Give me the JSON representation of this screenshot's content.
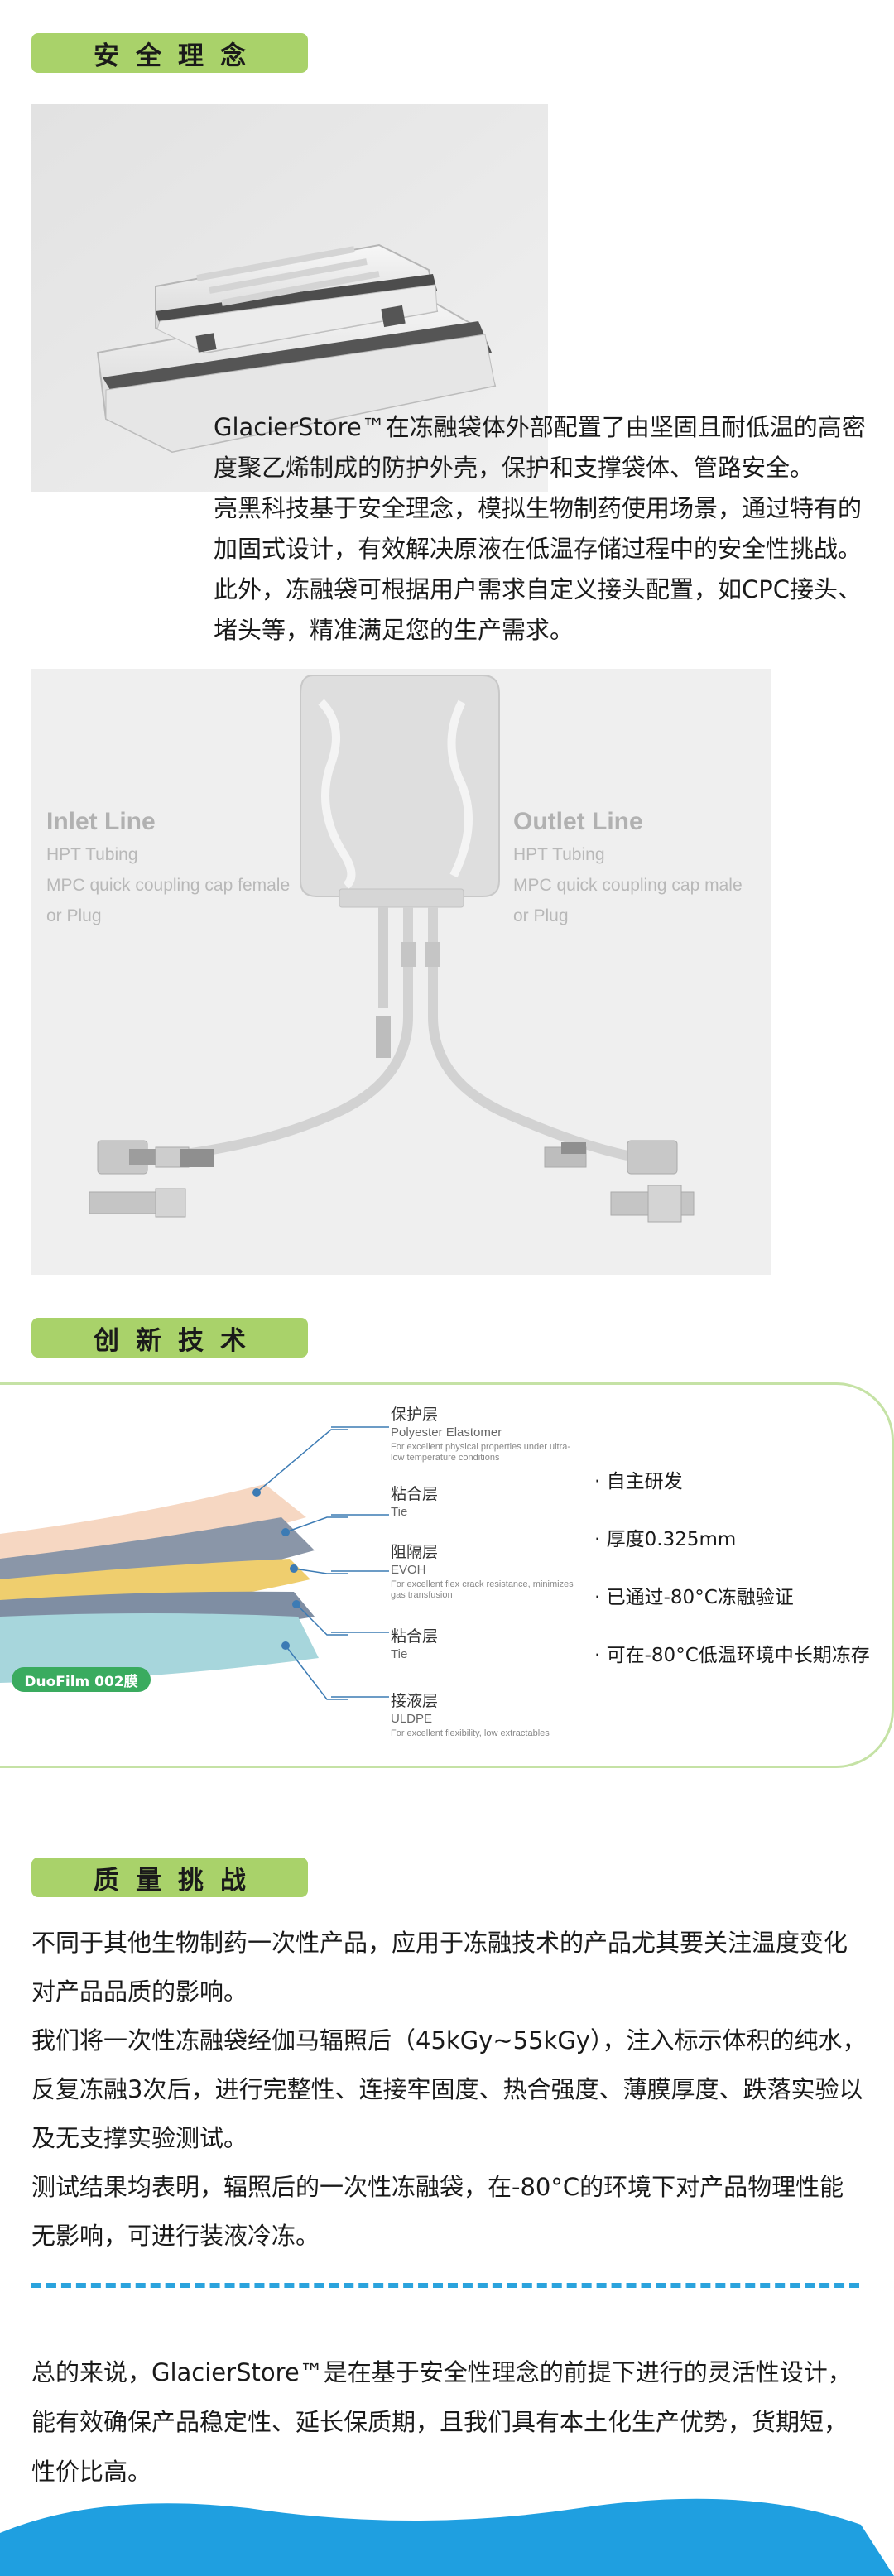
{
  "section1": {
    "heading": "安全理念",
    "paragraphs": [
      "GlacierStore™在冻融袋体外部配置了由坚固且耐低温的高密度聚乙烯制成的防护外壳，保护和支撑袋体、管路安全。",
      "亮黑科技基于安全理念，模拟生物制药使用场景，通过特有的加固式设计，有效解决原液在低温存储过程中的安全性挑战。",
      "此外，冻融袋可根据用户需求自定义接头配置，如CPC接头、堵头等，精准满足您的生产需求。"
    ]
  },
  "bag_diagram": {
    "inlet": {
      "title": "Inlet Line",
      "lines": [
        "HPT Tubing",
        "MPC  quick coupling cap female",
        "or Plug"
      ]
    },
    "outlet": {
      "title": "Outlet Line",
      "lines": [
        "HPT Tubing",
        "MPC  quick coupling cap male",
        "or Plug"
      ]
    }
  },
  "section2": {
    "heading": "创新技术",
    "badge": "DuoFilm 002膜",
    "layers": [
      {
        "cn": "保护层",
        "en": "Polyester Elastomer",
        "desc": "For excellent physical properties under ultra-low temperature conditions"
      },
      {
        "cn": "粘合层",
        "en": "Tie",
        "desc": ""
      },
      {
        "cn": "阻隔层",
        "en": "EVOH",
        "desc": "For excellent flex crack resistance, minimizes gas transfusion"
      },
      {
        "cn": "粘合层",
        "en": "Tie",
        "desc": ""
      },
      {
        "cn": "接液层",
        "en": "ULDPE",
        "desc": "For excellent flexibility, low extractables"
      }
    ],
    "features": [
      "· 自主研发",
      "· 厚度0.325mm",
      "· 已通过-80°C冻融验证",
      "· 可在-80°C低温环境中长期冻存"
    ]
  },
  "section3": {
    "heading": "质量挑战",
    "paragraphs": [
      "不同于其他生物制药一次性产品，应用于冻融技术的产品尤其要关注温度变化对产品品质的影响。",
      "我们将一次性冻融袋经伽马辐照后（45kGy~55kGy），注入标示体积的纯水，反复冻融3次后，进行完整性、连接牢固度、热合强度、薄膜厚度、跌落实验以及无支撑实验测试。",
      "测试结果均表明，辐照后的一次性冻融袋，在-80°C的环境下对产品物理性能无影响，可进行装液冷冻。"
    ],
    "summary": "总的来说，GlacierStore™是在基于安全性理念的前提下进行的灵活性设计，能有效确保产品稳定性、延长保质期，且我们具有本土化生产优势，货期短，性价比高。"
  },
  "colors": {
    "tag_green": "#a9d26a",
    "panel_border": "#c5e2a5",
    "badge_green": "#3aab5f",
    "divider_blue": "#2ba3dd",
    "wave_blue": "#1f9fe0"
  }
}
